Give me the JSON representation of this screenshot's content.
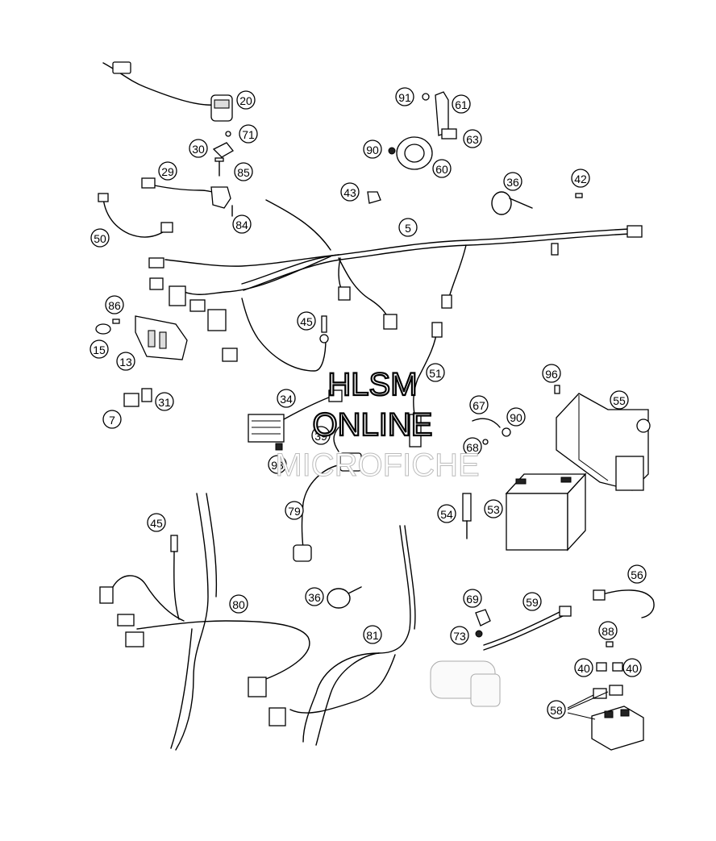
{
  "callouts": [
    {
      "label": "20"
    },
    {
      "label": "71"
    },
    {
      "label": "30"
    },
    {
      "label": "85"
    },
    {
      "label": "29"
    },
    {
      "label": "84"
    },
    {
      "label": "50"
    },
    {
      "label": "91"
    },
    {
      "label": "61"
    },
    {
      "label": "63"
    },
    {
      "label": "90"
    },
    {
      "label": "60"
    },
    {
      "label": "43"
    },
    {
      "label": "36"
    },
    {
      "label": "42"
    },
    {
      "label": "5"
    },
    {
      "label": "86"
    },
    {
      "label": "15"
    },
    {
      "label": "13"
    },
    {
      "label": "45"
    },
    {
      "label": "51"
    },
    {
      "label": "96"
    },
    {
      "label": "55"
    },
    {
      "label": "34"
    },
    {
      "label": "7"
    },
    {
      "label": "31"
    },
    {
      "label": "67"
    },
    {
      "label": "90"
    },
    {
      "label": "39"
    },
    {
      "label": "68"
    },
    {
      "label": "93"
    },
    {
      "label": "53"
    },
    {
      "label": "54"
    },
    {
      "label": "79"
    },
    {
      "label": "45"
    },
    {
      "label": "80"
    },
    {
      "label": "36"
    },
    {
      "label": "81"
    },
    {
      "label": "69"
    },
    {
      "label": "59"
    },
    {
      "label": "56"
    },
    {
      "label": "73"
    },
    {
      "label": "88"
    },
    {
      "label": "40"
    },
    {
      "label": "40"
    },
    {
      "label": "58"
    }
  ],
  "watermark": {
    "line1": "HLSM",
    "line2": "ONLINE",
    "line3": "MICROFICHE"
  }
}
